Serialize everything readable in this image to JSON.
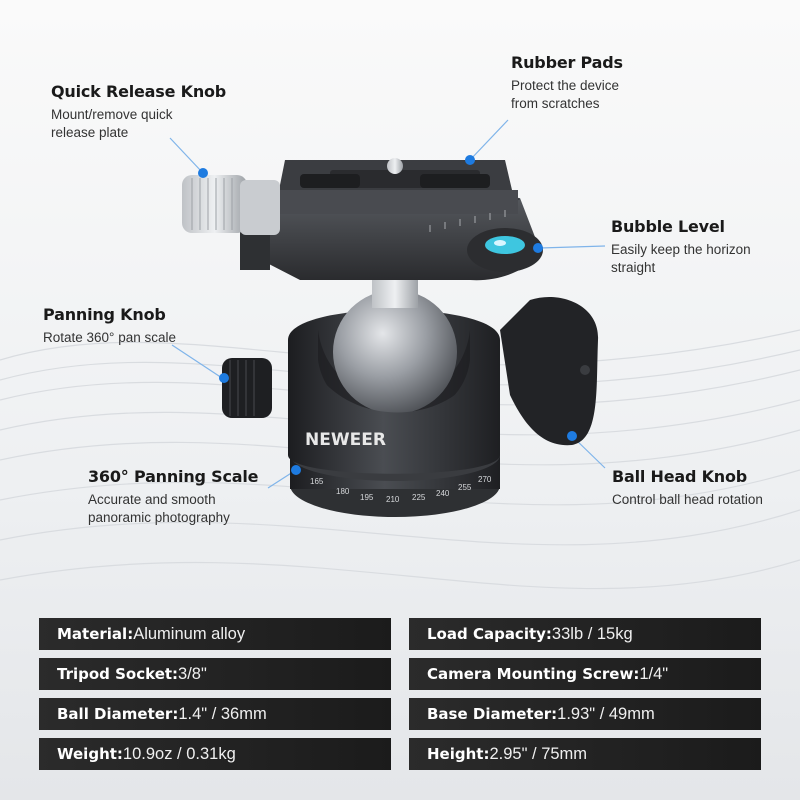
{
  "callouts": {
    "quick_release": {
      "title": "Quick Release Knob",
      "desc1": "Mount/remove quick",
      "desc2": "release plate"
    },
    "rubber_pads": {
      "title": "Rubber Pads",
      "desc1": "Protect the device",
      "desc2": "from scratches"
    },
    "bubble_level": {
      "title": "Bubble Level",
      "desc1": "Easily keep the horizon",
      "desc2": "straight"
    },
    "panning_knob": {
      "title": "Panning Knob",
      "desc1": "Rotate 360° pan scale"
    },
    "panning_scale": {
      "title": "360° Panning Scale",
      "desc1": "Accurate and smooth",
      "desc2": "panoramic photography"
    },
    "ball_head_knob": {
      "title": "Ball Head Knob",
      "desc1": "Control ball head rotation"
    }
  },
  "brand": "NEWEER",
  "scale_numbers": [
    "165",
    "180",
    "195",
    "210",
    "225",
    "240",
    "255",
    "270"
  ],
  "specs": {
    "left": [
      {
        "key": "Material:",
        "value": " Aluminum alloy"
      },
      {
        "key": "Tripod Socket:",
        "value": " 3/8\""
      },
      {
        "key": "Ball Diameter:",
        "value": " 1.4\" / 36mm"
      },
      {
        "key": "Weight:",
        "value": " 10.9oz / 0.31kg"
      }
    ],
    "right": [
      {
        "key": "Load Capacity:",
        "value": " 33lb / 15kg"
      },
      {
        "key": "Camera Mounting Screw:",
        "value": " 1/4\""
      },
      {
        "key": "Base Diameter:",
        "value": " 1.93\" / 49mm"
      },
      {
        "key": "Height:",
        "value": " 2.95\" / 75mm"
      }
    ]
  },
  "colors": {
    "accent_dot": "#1e7be0",
    "spec_bg": "#1f1f1f",
    "bubble": "#3ec6e0"
  }
}
